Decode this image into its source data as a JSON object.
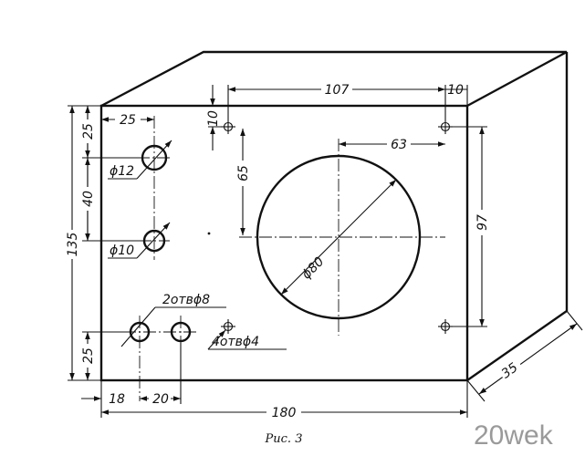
{
  "dimensions": {
    "top_107": "107",
    "top_10": "10",
    "left_25": "25",
    "hole_offset_10": "10",
    "right_63": "63",
    "vert_65": "65",
    "right_97": "97",
    "left_25_top": "25",
    "left_40": "40",
    "left_135": "135",
    "left_25_bottom": "25",
    "bottom_18": "18",
    "bottom_20": "20",
    "bottom_180": "180",
    "depth_35": "35"
  },
  "labels": {
    "d12": "ϕ12",
    "d10": "ϕ10",
    "d80": "ϕ80",
    "two_holes": "2отвϕ8",
    "four_holes": "4отвϕ4"
  },
  "caption": "Рис. 3",
  "watermark": "20wek"
}
